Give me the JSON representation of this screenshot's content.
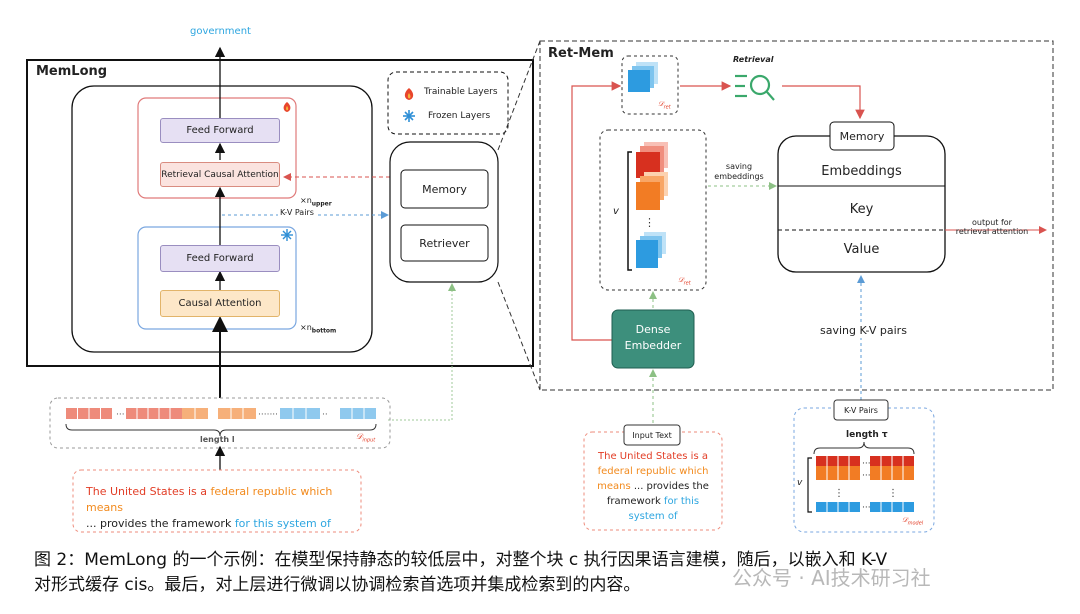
{
  "labels": {
    "government": "government",
    "memlong": "MemLong",
    "feed_forward_upper": "Feed Forward",
    "retrieval_causal_attention": "Retrieval Causal Attention",
    "n_upper": "×n",
    "n_upper_sub": "upper",
    "kv_pairs_left": "K-V Pairs",
    "feed_forward_lower": "Feed Forward",
    "causal_attention": "Causal Attention",
    "n_bottom": "×n",
    "n_bottom_sub": "bottom",
    "length_l": "length l",
    "d_input_left": "𝒟",
    "d_input_left_sub": "input",
    "trainable_layers": "Trainable Layers",
    "frozen_layers": "Frozen Layers",
    "memory_left": "Memory",
    "retriever_left": "Retriever",
    "ret_mem": "Ret-Mem",
    "retrieval": "Retrieval",
    "d_ret": "𝒟",
    "d_ret_sub": "ret",
    "saving_embeddings_1": "saving",
    "saving_embeddings_2": "embeddings",
    "v_left": "v",
    "d_ret_lower": "𝒟",
    "d_ret_lower_sub": "ret",
    "dense_embedder_1": "Dense",
    "dense_embedder_2": "Embedder",
    "memory_header": "Memory",
    "embeddings": "Embeddings",
    "key": "Key",
    "value": "Value",
    "output_1": "output for",
    "output_2": "retrieval attention",
    "saving_kv_pairs": "saving K-V pairs",
    "input_text": "Input Text",
    "kv_pairs_right": "K-V Pairs",
    "length_tau": "length τ",
    "v_right": "v",
    "d_model": "𝒟",
    "d_model_sub": "model"
  },
  "text_left": {
    "part1": "The United States is a ",
    "part2": "federal republic which means",
    "part3": "... provides the framework ",
    "part4": "for this system of"
  },
  "text_mid": {
    "line1": "The United States is a",
    "line2a": "federal republic which",
    "line3a": "means",
    "line3b": " ... provides the",
    "line4": "framework ",
    "line4b": "for this",
    "line5": "system of"
  },
  "caption": {
    "line1": "图 2：MemLong 的一个示例：在模型保持静态的较低层中，对整个块 c 执行因果语言建模，随后，以嵌入和 K-V",
    "line2": "对形式缓存 cis。最后，对上层进行微调以协调检索首选项并集成检索到的内容。",
    "watermark": "公众号 · AI技术研习社"
  },
  "colors": {
    "memlong_border": "#111111",
    "trainable_border": "#e07a7a",
    "frozen_border": "#7aa7e0",
    "feed_forward_bg": "#e6e0f3",
    "retrieval_attn_bg": "#fbe3df",
    "causal_attn_bg": "#fde7c8",
    "dense_embedder_bg": "#3d8f7c",
    "text_red": "#e23d26",
    "text_orange": "#f28a1d",
    "text_blue": "#2ea6e0"
  }
}
